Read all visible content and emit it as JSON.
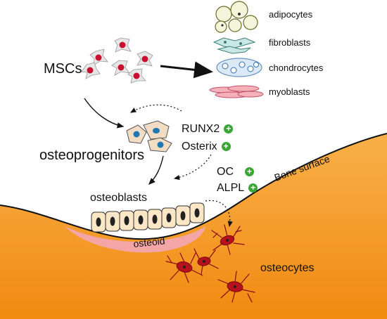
{
  "labels": {
    "mscs": "MSCs",
    "osteoprogenitors": "osteoprogenitors",
    "osteoblasts": "osteoblasts",
    "osteoid": "osteoid",
    "osteocytes": "osteocytes",
    "bone_surface": "Bone surface"
  },
  "lineages": [
    {
      "label": "adipocytes"
    },
    {
      "label": "fibroblasts"
    },
    {
      "label": "chondrocytes"
    },
    {
      "label": "myoblasts"
    }
  ],
  "markers": {
    "progenitor": [
      {
        "label": "RUNX2",
        "status": "+"
      },
      {
        "label": "Osterix",
        "status": "+"
      }
    ],
    "osteoblast": [
      {
        "label": "OC",
        "status": "+"
      },
      {
        "label": "ALPL",
        "status": "+"
      }
    ]
  },
  "colors": {
    "bone": "#f7931e",
    "osteoid": "#f4a6a6",
    "msc_body": "#e6e6e6",
    "msc_nucleus": "#c8102e",
    "progenitor_body": "#f3dcc4",
    "progenitor_nucleus": "#1f78b4",
    "osteocyte": "#b5121b",
    "marker_plus": "#3aa635"
  }
}
